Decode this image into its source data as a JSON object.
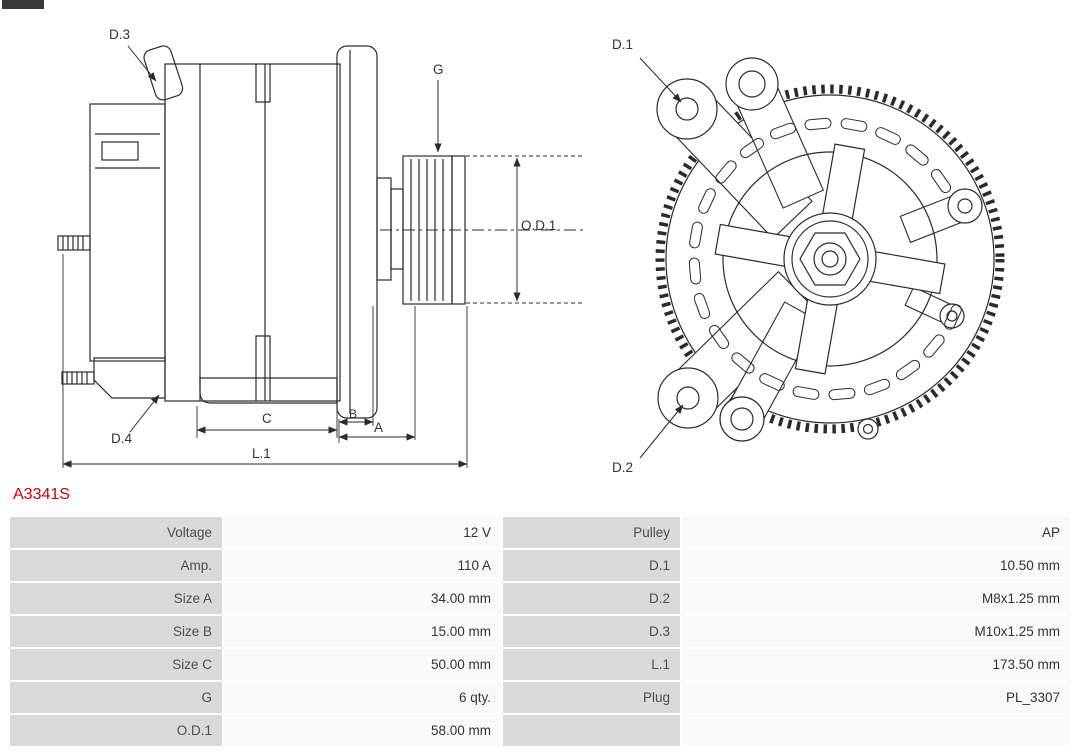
{
  "part_number": "A3341S",
  "drawing": {
    "labels": {
      "d3": "D.3",
      "g": "G",
      "od1": "O.D.1",
      "d4": "D.4",
      "c": "C",
      "b": "B",
      "a": "A",
      "l1": "L.1",
      "d1": "D.1",
      "d2": "D.2"
    }
  },
  "table": {
    "rows": [
      {
        "l1": "Voltage",
        "v1": "12 V",
        "l2": "Pulley",
        "v2": "AP"
      },
      {
        "l1": "Amp.",
        "v1": "110 A",
        "l2": "D.1",
        "v2": "10.50 mm"
      },
      {
        "l1": "Size A",
        "v1": "34.00 mm",
        "l2": "D.2",
        "v2": "M8x1.25 mm"
      },
      {
        "l1": "Size B",
        "v1": "15.00 mm",
        "l2": "D.3",
        "v2": "M10x1.25 mm"
      },
      {
        "l1": "Size C",
        "v1": "50.00 mm",
        "l2": "L.1",
        "v2": "173.50 mm"
      },
      {
        "l1": "G",
        "v1": "6 qty.",
        "l2": "Plug",
        "v2": "PL_3307"
      },
      {
        "l1": "O.D.1",
        "v1": "58.00 mm",
        "l2": "",
        "v2": ""
      }
    ]
  },
  "colors": {
    "accent_red": "#cc0000",
    "label_bg": "#d9d9d9",
    "value_bg": "#f9f9f9",
    "line": "#2b2b2b"
  }
}
